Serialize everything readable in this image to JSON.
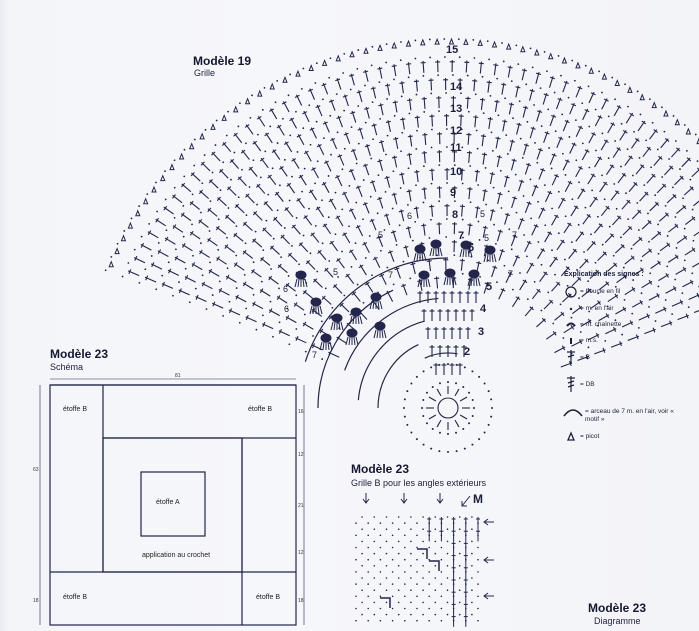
{
  "model19": {
    "title": "Modèle 19",
    "subtitle": "Grille",
    "row_numbers": [
      "15",
      "14",
      "13",
      "12",
      "11",
      "10",
      "9",
      "8",
      "7",
      "6",
      "5",
      "4",
      "3",
      "2"
    ],
    "arc_labels": [
      "7",
      "6",
      "6",
      "5",
      "5",
      "6",
      "5",
      "5",
      "7",
      "7",
      "7"
    ]
  },
  "legend": {
    "title": "Explication des signes :",
    "items": [
      {
        "icon": "ring-icon",
        "text": "= boucle en fil"
      },
      {
        "icon": "chain-dot-icon",
        "text": "= m. en l'air"
      },
      {
        "icon": "slip-stitch-icon",
        "text": "= m. chaînette"
      },
      {
        "icon": "single-crochet-icon",
        "text": "= m.s."
      },
      {
        "icon": "double-crochet-icon",
        "text": "= B"
      },
      {
        "icon": "treble-crochet-icon",
        "text": "= DB"
      },
      {
        "icon": "chain-arch-icon",
        "text": "= arceau de 7 m. en l'air, voir « motif »"
      },
      {
        "icon": "picot-icon",
        "text": "= picot"
      }
    ]
  },
  "model23_schema": {
    "title": "Modèle 23",
    "subtitle": "Schéma",
    "labels": {
      "etoffe_b_tl": "étoffe B",
      "etoffe_b_tr": "étoffe B",
      "etoffe_a": "étoffe A",
      "application": "application au crochet",
      "etoffe_b_bl": "étoffe B",
      "etoffe_b_br": "étoffe B"
    },
    "dims": {
      "top": "81",
      "left": "63",
      "right": [
        "16",
        "12",
        "21",
        "12",
        "18"
      ],
      "left_bottom": "18"
    }
  },
  "model23_grille": {
    "title": "Modèle 23",
    "subtitle": "Grille B pour les angles extérieurs",
    "marker": "M"
  },
  "model23_diagram": {
    "title": "Modèle 23",
    "subtitle": "Diagramme"
  }
}
